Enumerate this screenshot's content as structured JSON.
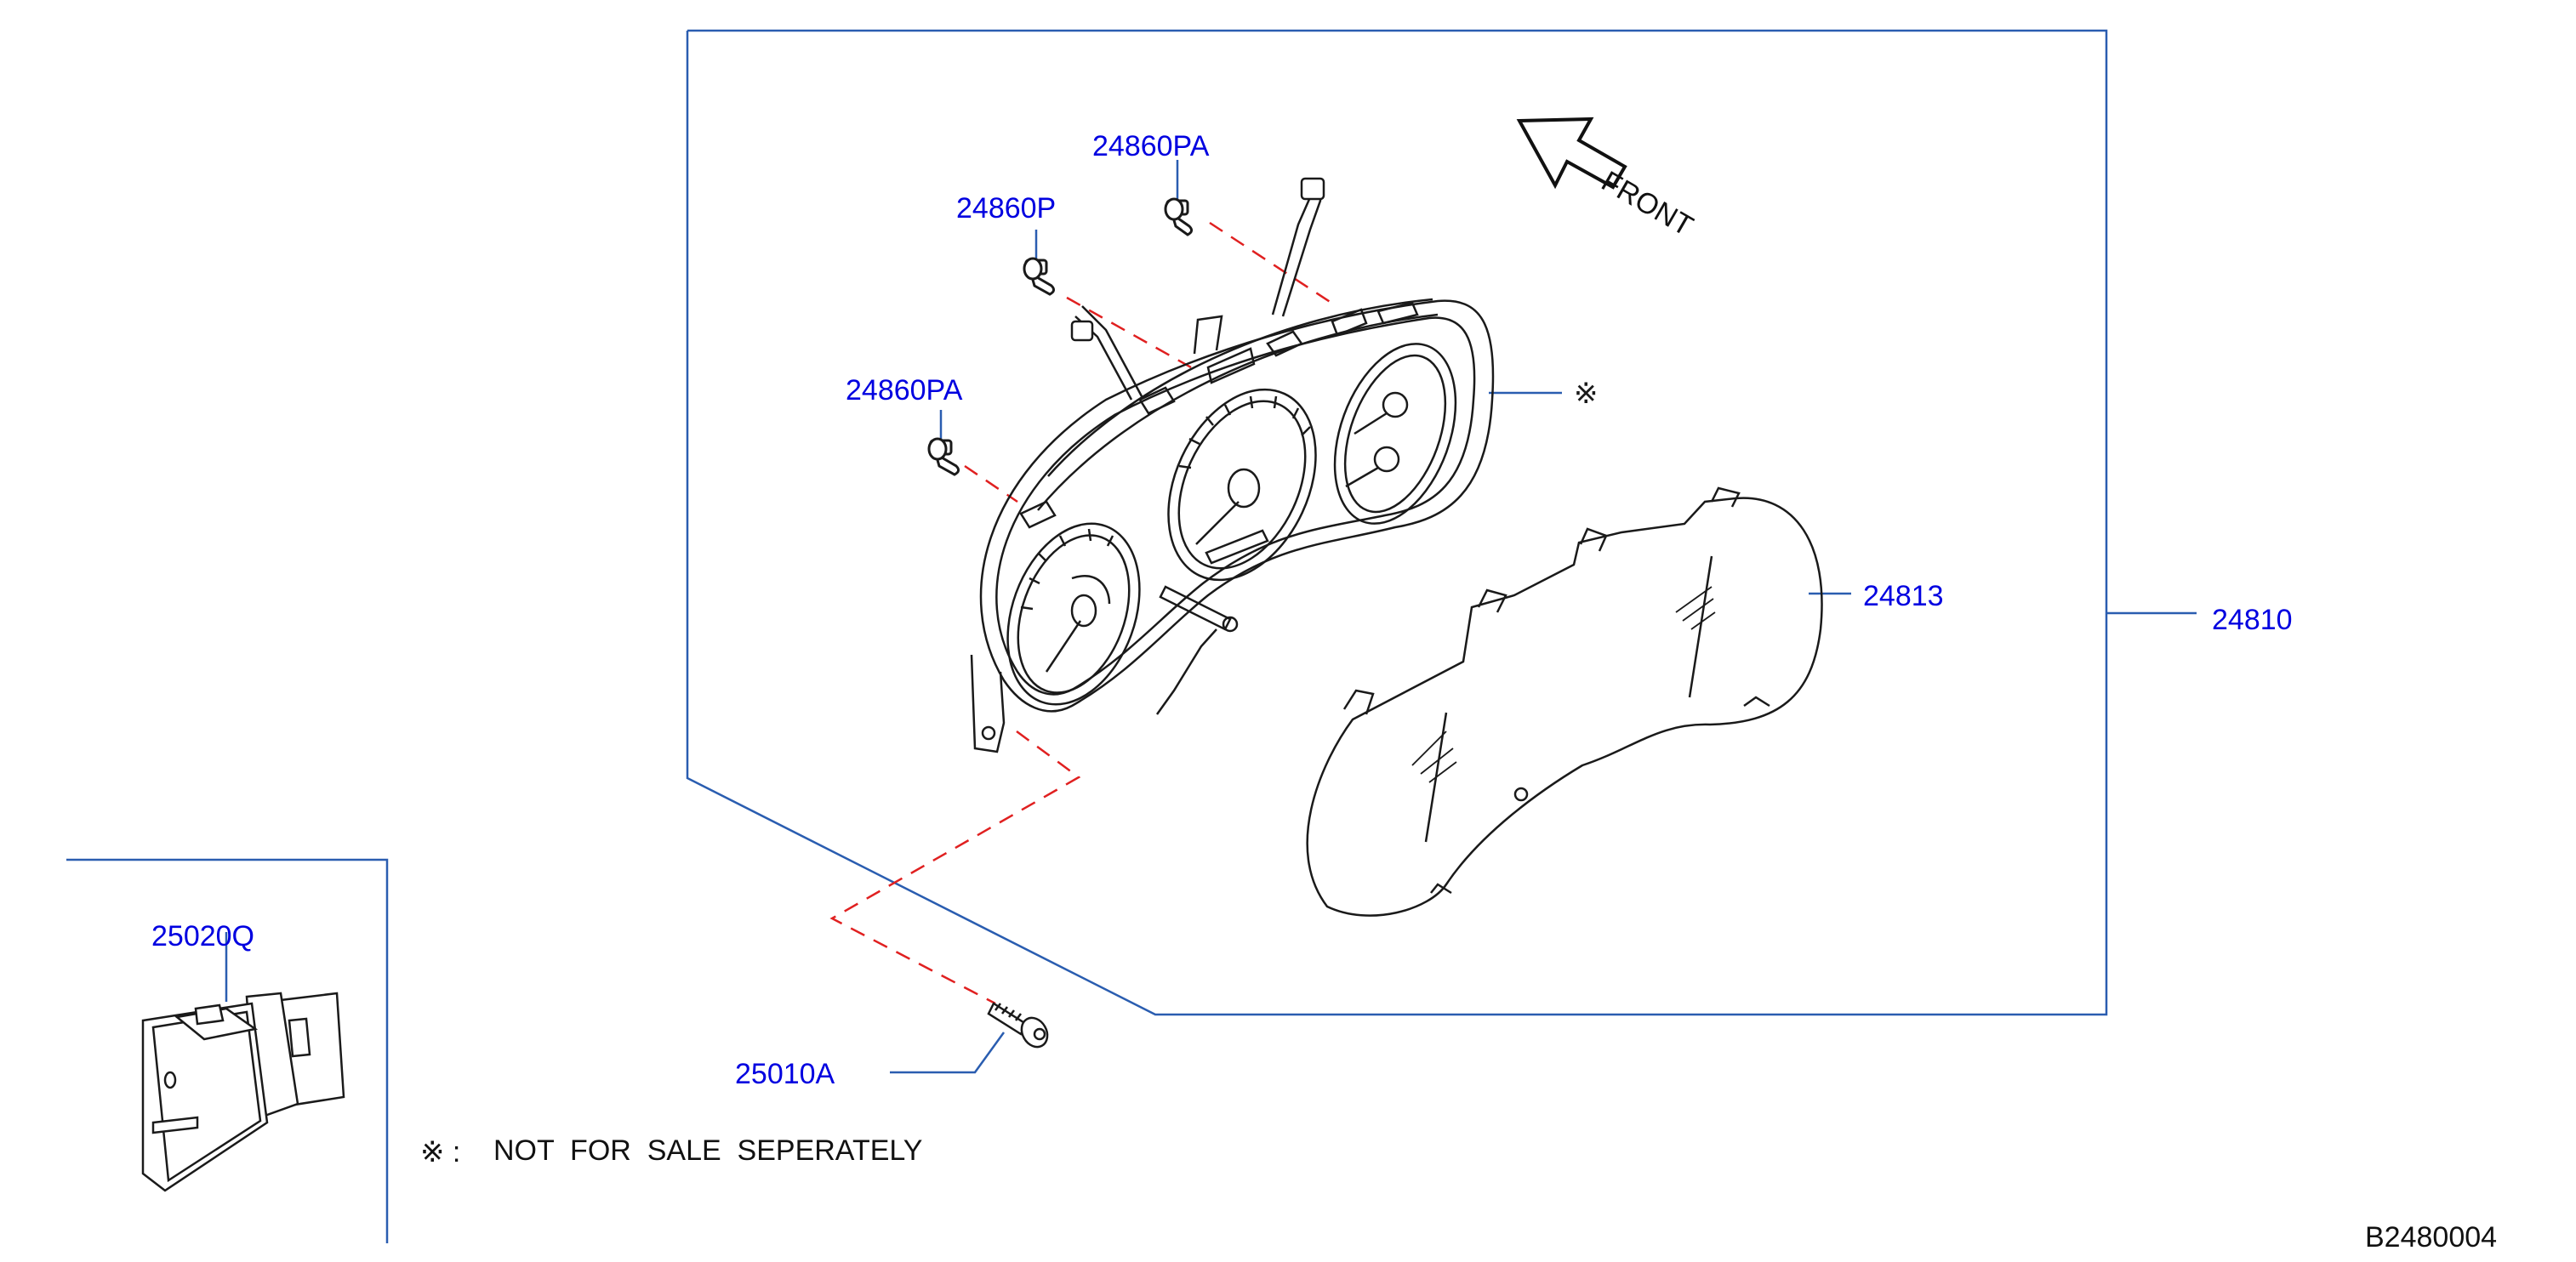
{
  "colors": {
    "callout_text": "#0000e0",
    "frame_line": "#2a5db0",
    "hidden_line": "#e02020",
    "part_line": "#1a1a1a"
  },
  "callouts": {
    "bulb_top": "24860PA",
    "bulb_mid": "24860P",
    "bulb_left": "24860PA",
    "lens": "24813",
    "cluster_assembly": "24810",
    "switch": "25020Q",
    "screw": "25010A"
  },
  "marks": {
    "cluster_note_mark": "※"
  },
  "front_label": "FRONT",
  "note": {
    "mark": "※ :",
    "text": "NOT  FOR  SALE  SEPERATELY"
  },
  "diagram_code": "B2480004"
}
